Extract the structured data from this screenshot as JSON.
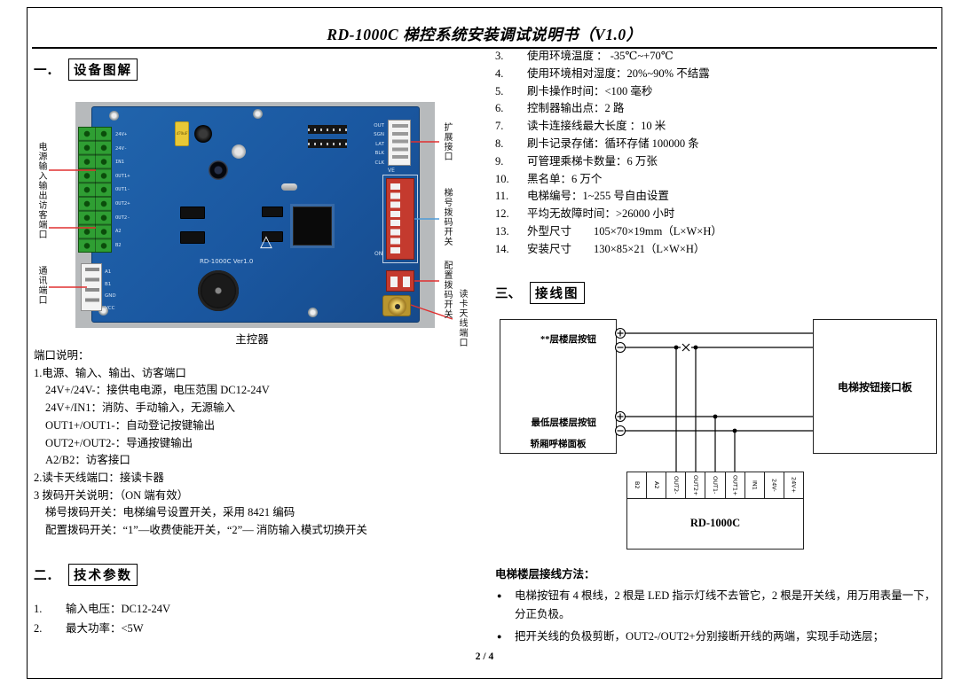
{
  "header": {
    "title": "RD-1000C 梯控系统安装调试说明书（V1.0）"
  },
  "footer": {
    "page_number": "2 / 4"
  },
  "section_device": {
    "num": "一．",
    "title": "设备图解",
    "caption": "主控器",
    "pcb": {
      "silkscreen_model": "RD-1000C  Ver1.0",
      "silkscreen_ve": "VE",
      "dip_on": "ON",
      "cap_label": "470uF",
      "terminal_pins": [
        "24V+",
        "24V-",
        "IN1",
        "OUT1+",
        "OUT1-",
        "OUT2+",
        "OUT2-",
        "A2",
        "B2"
      ],
      "top_conn_pins": [
        "OUT",
        "SGN",
        "LAT",
        "BLK",
        "CLK"
      ],
      "left_conn_pins": [
        "A1",
        "B1",
        "GND",
        "VCC"
      ],
      "callout_left_top": "电源输入输出访客端口",
      "callout_left_bottom": "通讯端口",
      "callout_right_top": "扩展接口",
      "callout_right_dip8": "梯号拨码开关",
      "callout_right_dip2": "配置拨码开关",
      "callout_right_antenna": "读卡天线端口"
    },
    "port_title": "端口说明：",
    "port_lines": [
      "1.电源、输入、输出、访客端口",
      "24V+/24V-：接供电电源，电压范围 DC12-24V",
      "24V+/IN1：消防、手动输入，无源输入",
      "OUT1+/OUT1-：自动登记按键输出",
      "OUT2+/OUT2-：导通按键输出",
      "A2/B2：访客接口",
      "2.读卡天线端口：接读卡器",
      "3 拨码开关说明：（ON 端有效）",
      "梯号拨码开关：电梯编号设置开关，采用 8421 编码",
      "配置拨码开关：“1”—收费使能开关，“2”— 消防输入模式切换开关"
    ]
  },
  "section_params": {
    "num": "二．",
    "title": "技术参数",
    "items": [
      {
        "num": "1.",
        "text": "输入电压：DC12-24V"
      },
      {
        "num": "2.",
        "text": "最大功率：<5W"
      }
    ]
  },
  "specs_right": {
    "items": [
      {
        "num": "3.",
        "text": "使用环境温度 ： -35℃~+70℃"
      },
      {
        "num": "4.",
        "text": "使用环境相对湿度：20%~90% 不结露"
      },
      {
        "num": "5.",
        "text": "刷卡操作时间：<100 毫秒"
      },
      {
        "num": "6.",
        "text": "控制器输出点：2 路"
      },
      {
        "num": "7.",
        "text": "读卡连接线最大长度 ：10 米"
      },
      {
        "num": "8.",
        "text": "刷卡记录存储：循环存储 100000 条"
      },
      {
        "num": "9.",
        "text": "可管理乘梯卡数量：6 万张"
      },
      {
        "num": "10.",
        "text": "黑名单：6 万个"
      },
      {
        "num": "11.",
        "text": "电梯编号：1~255 号自由设置"
      },
      {
        "num": "12.",
        "text": "平均无故障时间：>26000 小时"
      },
      {
        "num": "13.",
        "text": "外型尺寸　　105×70×19mm（L×W×H）"
      },
      {
        "num": "14.",
        "text": "安装尺寸　　130×85×21（L×W×H）"
      }
    ]
  },
  "section_wiring": {
    "num": "三、",
    "title": "接线图",
    "diagram": {
      "floor_top_label": "**层楼层按钮",
      "floor_bottom_label": "最低层楼层按钮",
      "panel_label": "轿厢呼梯面板",
      "interface_board_label": "电梯按钮接口板",
      "controller_label": "RD-1000C",
      "terminals": [
        "B2",
        "A2",
        "OUT2-",
        "OUT2+",
        "OUT1-",
        "OUT1+",
        "IN1",
        "24V-",
        "24V+"
      ]
    },
    "method_title": "电梯楼层接线方法：",
    "bullets": [
      "电梯按钮有 4 根线，2 根是 LED 指示灯线不去管它，2 根是开关线，用万用表量一下，分正负极。",
      "把开关线的负极剪断，OUT2-/OUT2+分别接断开线的两端，实现手动选层；"
    ]
  }
}
